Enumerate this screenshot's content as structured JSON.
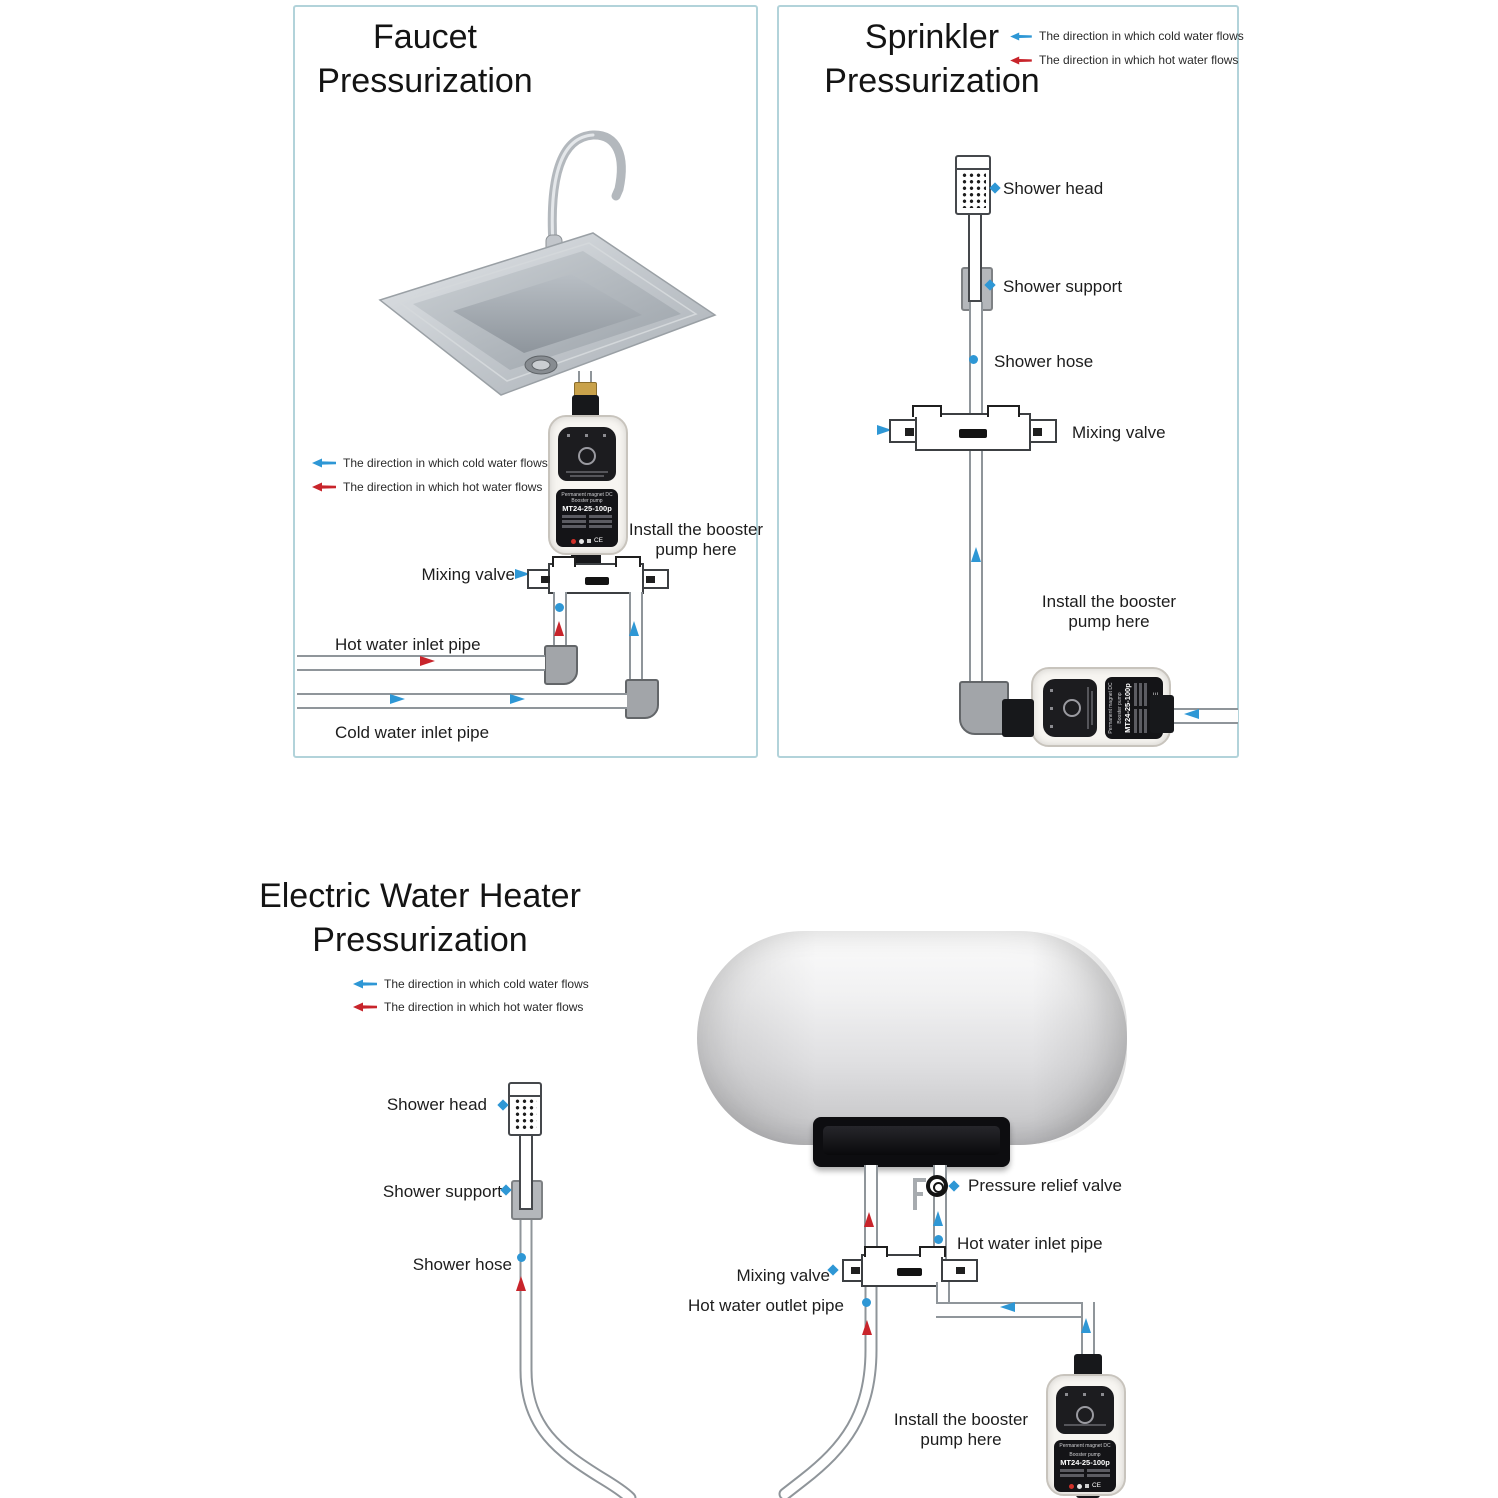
{
  "faucet_panel": {
    "title_line1": "Faucet",
    "title_line2": "Pressurization",
    "install_line1": "Install the booster",
    "install_line2": "pump here",
    "mixing_valve_label": "Mixing valve",
    "hot_inlet_label": "Hot water inlet pipe",
    "cold_inlet_label": "Cold water inlet pipe"
  },
  "sprinkler_panel": {
    "title_line1": "Sprinkler",
    "title_line2": "Pressurization",
    "shower_head_label": "Shower head",
    "shower_support_label": "Shower support",
    "shower_hose_label": "Shower hose",
    "mixing_valve_label": "Mixing valve",
    "install_line1": "Install the booster",
    "install_line2": "pump here"
  },
  "heater_section": {
    "title_line1": "Electric Water Heater",
    "title_line2": "Pressurization",
    "shower_head_label": "Shower head",
    "shower_support_label": "Shower support",
    "shower_hose_label": "Shower hose",
    "pressure_relief_label": "Pressure relief valve",
    "hot_inlet_label": "Hot water inlet pipe",
    "mixing_valve_label": "Mixing valve",
    "hot_outlet_label": "Hot water outlet pipe",
    "install_line1": "Install the booster",
    "install_line2": "pump here"
  },
  "legend": {
    "cold_text": "The direction in which cold water flows",
    "hot_text": "The direction in which hot water flows"
  },
  "pump_device": {
    "brand_line1": "Permanent magnet DC",
    "brand_line2": "Booster pump",
    "model": "MT24-25-100p",
    "ce_mark": "CE"
  },
  "colors": {
    "cold_flow_blue": "#2e97d5",
    "hot_flow_red": "#c8242b",
    "panel_border": "#b2d3da"
  }
}
